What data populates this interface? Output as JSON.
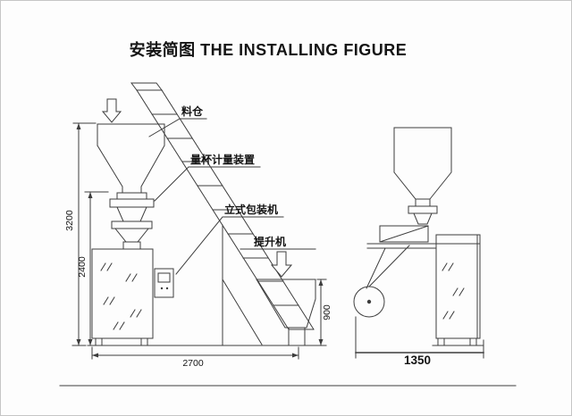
{
  "title": "安装简图 THE INSTALLING FIGURE",
  "labels": {
    "hopper": "料仓",
    "measuring_device": "量杯计量装置",
    "vertical_packer": "立式包装机",
    "elevator": "提升机"
  },
  "dimensions": {
    "overall_height": "3200",
    "packer_height": "2400",
    "overall_width": "2700",
    "elevator_inlet_height": "900",
    "side_view_width": "1350"
  }
}
